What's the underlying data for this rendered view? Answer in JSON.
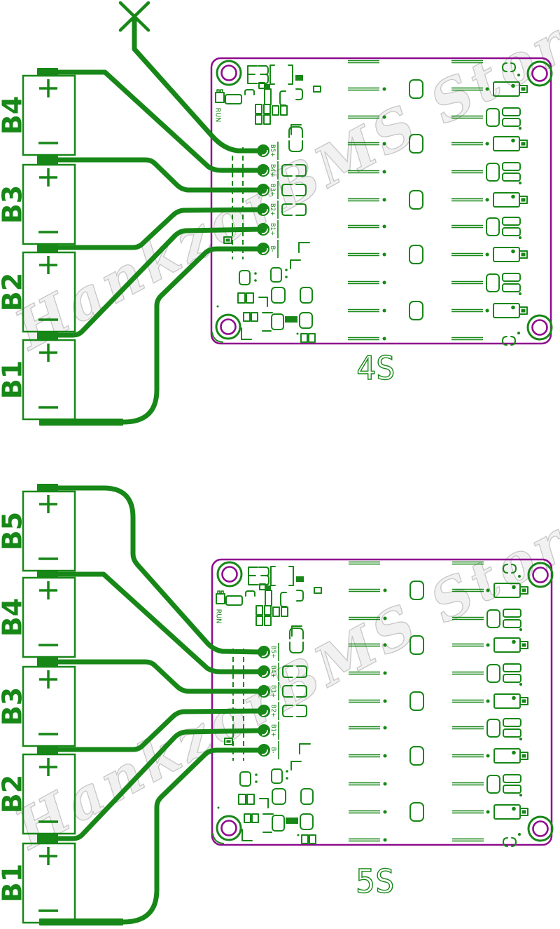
{
  "watermark_text": "HankzorBMS Store",
  "colors": {
    "silkscreen_green": "#178717",
    "board_purple": "#8e0c8e",
    "watermark_gray": "#f1f1f1"
  },
  "diagrams": [
    {
      "name_label": "4S",
      "battery_labels": [
        "B4",
        "B3",
        "B2",
        "B1"
      ],
      "pad_labels": [
        "B5+",
        "B4+",
        "B3+",
        "B2+",
        "B1+",
        "B-"
      ],
      "run_label": "RUN"
    },
    {
      "name_label": "5S",
      "battery_labels": [
        "B5",
        "B4",
        "B3",
        "B2",
        "B1"
      ],
      "pad_labels": [
        "B5+",
        "B4+",
        "B3+",
        "B2+",
        "B1+",
        "B-"
      ],
      "run_label": "RUN"
    }
  ]
}
